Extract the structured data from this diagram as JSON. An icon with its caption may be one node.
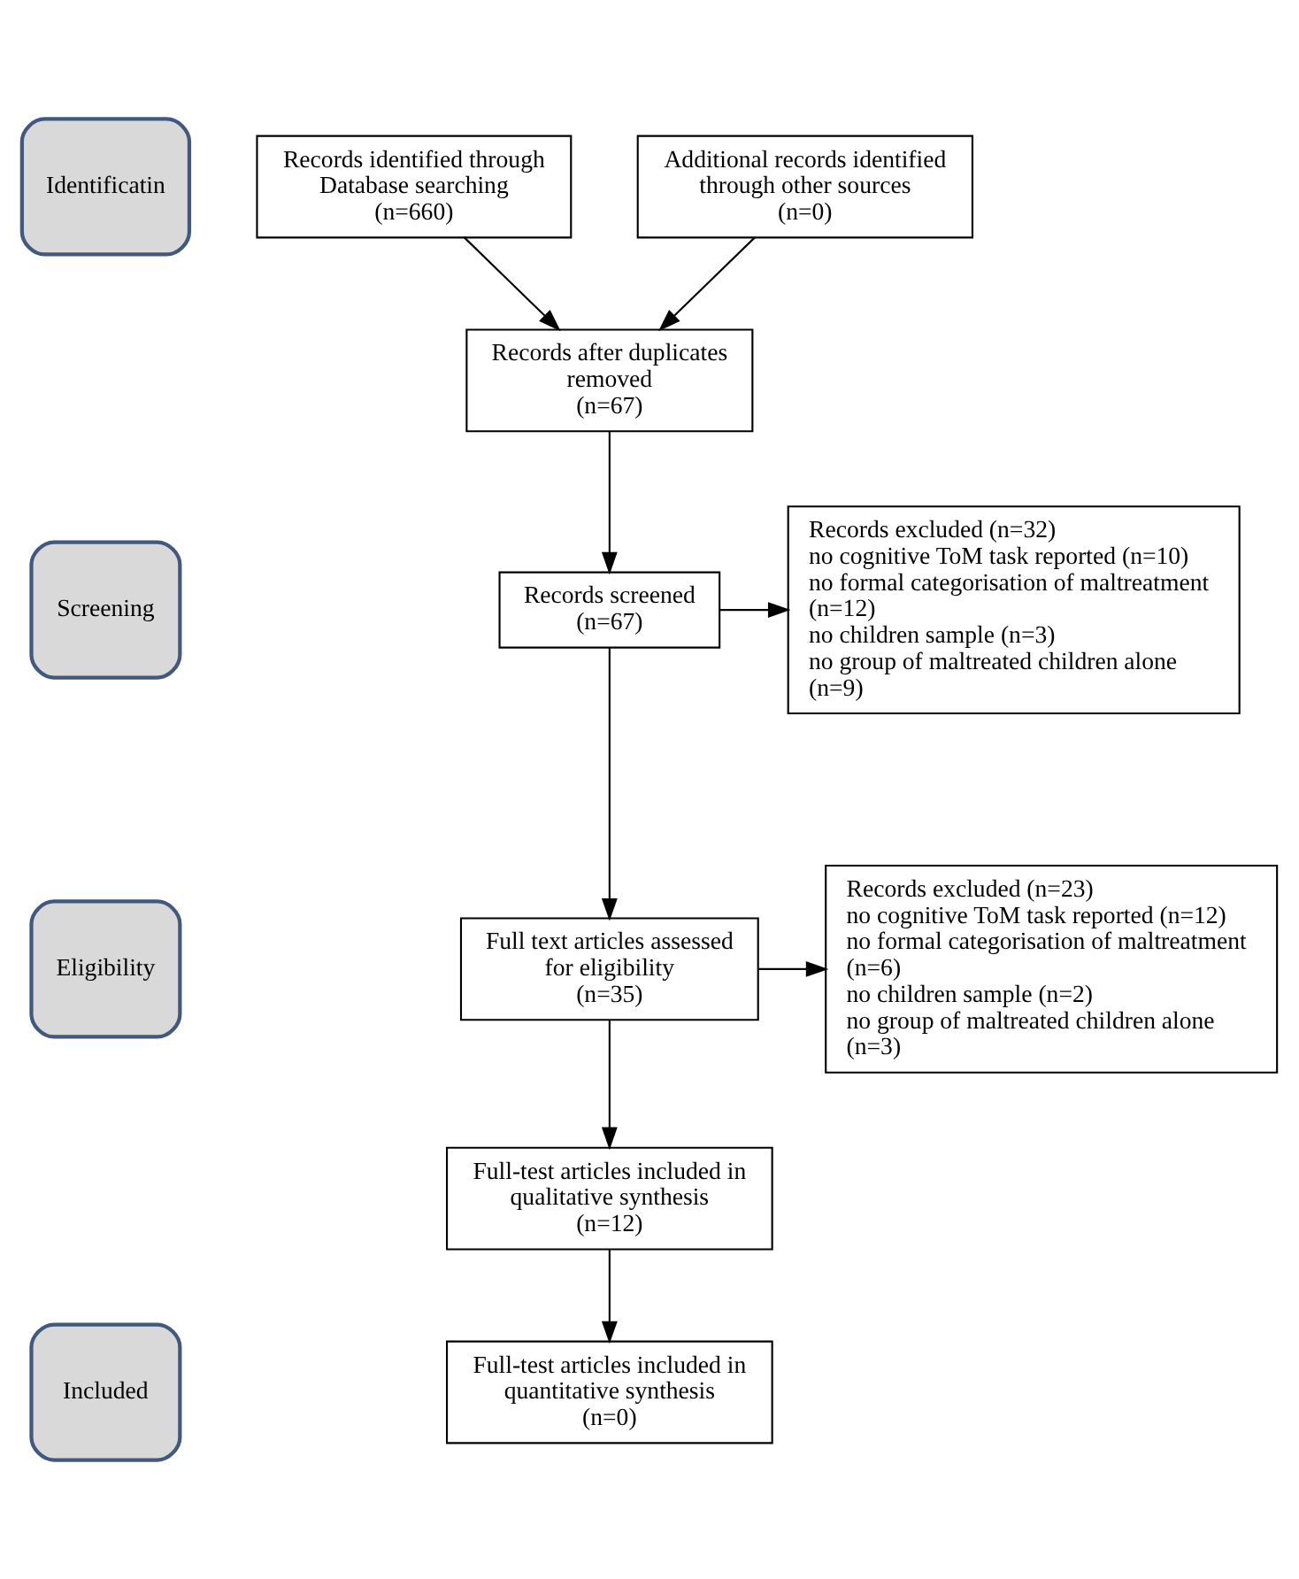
{
  "diagram": {
    "nodes": [
      {
        "text": [
          "Identificatin"
        ]
      },
      {
        "text": [
          "Records identified through Database searching",
          "(n=660)"
        ]
      },
      {
        "text": [
          "Additional records identified through other sources",
          "(n=0)"
        ]
      },
      {
        "text": [
          "Records after duplicates removed",
          "(n=67)"
        ]
      },
      {
        "text": [
          "Screening"
        ]
      },
      {
        "text": [
          "Records screened",
          "(n=67)"
        ]
      },
      {
        "text": [
          "Records excluded (n=32)",
          "no cognitive ToM task reported (n=10)",
          "no formal categorisation of maltreatment (n=12)",
          "no children sample (n=3)",
          "no group of maltreated children alone (n=9)"
        ]
      },
      {
        "text": [
          "Eligibility"
        ]
      },
      {
        "text": [
          "Full text articles assessed for eligibility",
          "(n=35)"
        ]
      },
      {
        "text": [
          "Records excluded (n=23)",
          "no cognitive ToM task reported (n=12)",
          "no formal categorisation of maltreatment (n=6)",
          "no children sample (n=2)",
          "no group of maltreated children alone (n=3)"
        ]
      },
      {
        "text": [
          "Full-test articles included in qualitative synthesis",
          "(n=12)"
        ]
      },
      {
        "text": [
          "Included"
        ]
      },
      {
        "text": [
          "Full-test articles included in quantitative synthesis",
          "(n=0)"
        ]
      }
    ],
    "edges": [
      {
        "from": 1,
        "to": 3,
        "arrow": "to"
      },
      {
        "from": 2,
        "to": 3,
        "arrow": "to"
      },
      {
        "from": 3,
        "to": 5,
        "arrow": "to"
      },
      {
        "from": 5,
        "to": 6,
        "arrow": "to"
      },
      {
        "from": 5,
        "to": 8,
        "arrow": "to"
      },
      {
        "from": 8,
        "to": 9,
        "arrow": "to"
      },
      {
        "from": 8,
        "to": 10,
        "arrow": "to"
      },
      {
        "from": 10,
        "to": 12,
        "arrow": "to"
      }
    ]
  }
}
